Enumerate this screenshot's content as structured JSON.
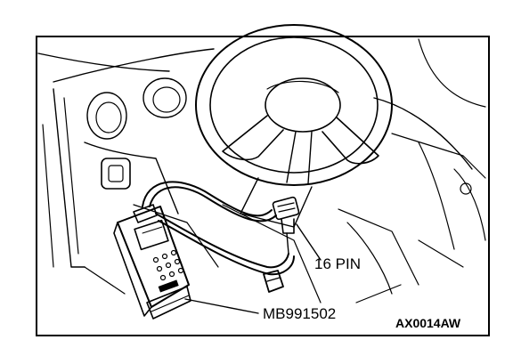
{
  "labels": {
    "connector": "16 PIN",
    "tool": "MB991502",
    "figure_id": "AX0014AW"
  }
}
